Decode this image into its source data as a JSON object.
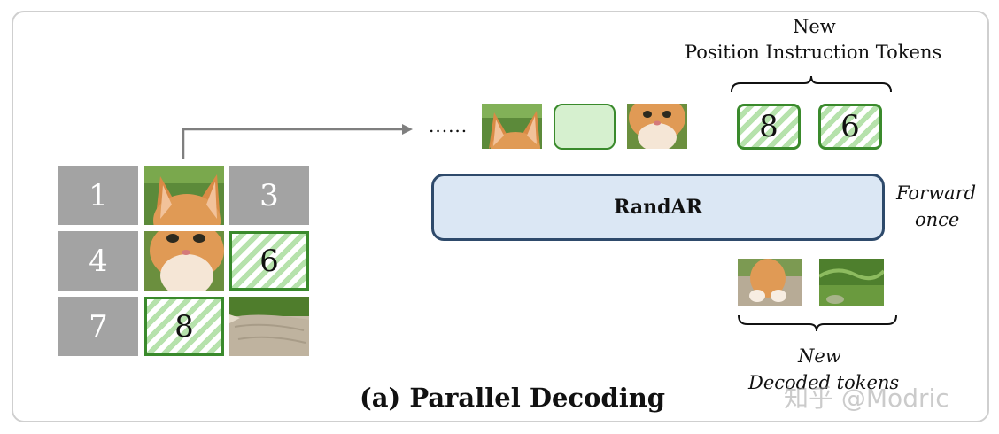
{
  "grid": {
    "cells": [
      "1",
      "",
      "3",
      "4",
      "",
      "6",
      "7",
      "8",
      ""
    ]
  },
  "sequence": {
    "ellipsis": "......"
  },
  "position_tokens": {
    "title_line1": "New",
    "title_line2": "Position Instruction Tokens",
    "tokens": [
      "8",
      "6"
    ]
  },
  "model": {
    "label": "RandAR",
    "side_line1": "Forward",
    "side_line2": "once"
  },
  "decoded": {
    "label_line1": "New",
    "label_line2": "Decoded tokens"
  },
  "caption": "(a) Parallel Decoding",
  "watermark": "知乎 @Modric",
  "colors": {
    "green_border": "#3a8a2c",
    "green_fill": "#d6f0cf",
    "gray_cell": "#a3a3a3",
    "model_fill": "#dbe7f4",
    "model_border": "#2e4a6b"
  }
}
